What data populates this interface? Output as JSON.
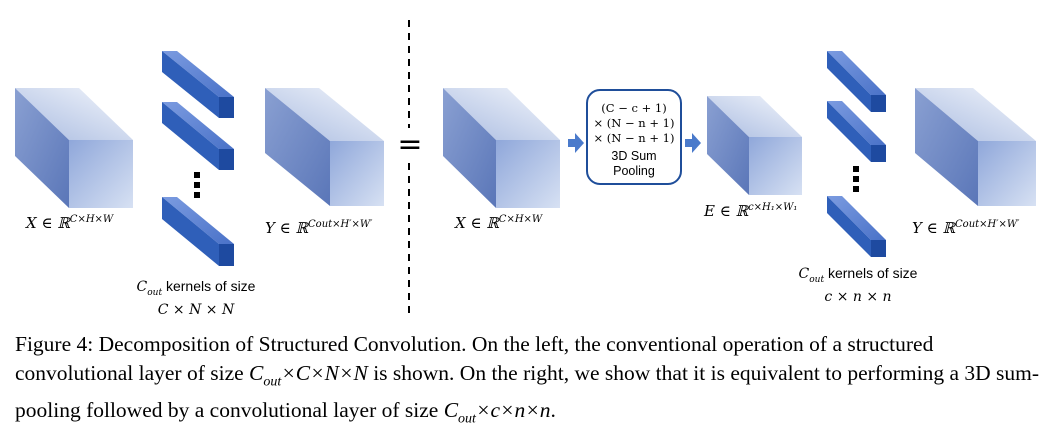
{
  "left": {
    "input_label": "X ∈ ℝ",
    "input_sup": "C×H×W",
    "kernel_note_line1": "C",
    "kernel_note_sub": "out",
    "kernel_note_line1_rest": " kernels of size",
    "kernel_note_line2": "C × N × N",
    "output_label": "Y ∈ ℝ",
    "output_sup": "Cout×H′×W′"
  },
  "equals_sign": "=",
  "right": {
    "input_label": "X ∈ ℝ",
    "input_sup": "C×H×W",
    "pool_lines": [
      "(C − c + 1)",
      "× (N − n + 1)",
      "× (N − n + 1)"
    ],
    "pool_title_lines": [
      "3D Sum",
      "Pooling"
    ],
    "mid_label": "E ∈ ℝ",
    "mid_sup": "c×H₁×W₁",
    "kernel_note_line1": "C",
    "kernel_note_sub": "out",
    "kernel_note_line1_rest": " kernels of size",
    "kernel_note_line2": "c × n × n",
    "output_label": "Y ∈ ℝ",
    "output_sup": "Cout×H′×W′"
  },
  "caption": {
    "prefix": "Figure 4: Decomposition of Structured Convolution. On the left, the conventional operation of a structured convolutional layer of size ",
    "math1": "C",
    "math1_sub": "out",
    "math1_rest": "×C×N×N",
    "middle": " is shown. On the right, we show that it is equivalent to performing a 3D sum-pooling followed by a convolutional layer of size ",
    "math2": "C",
    "math2_sub": "out",
    "math2_rest": "×c×n×n",
    "suffix": "."
  },
  "colors": {
    "cube_dark": "#5a76b8",
    "cube_light": "#e6ecf7",
    "kernel_front": "#2f5fb9",
    "kernel_dark": "#1e4aa0",
    "kernel_light": "#6d90d6",
    "pool_border": "#1f4e9a",
    "arrow": "#4a7acb"
  }
}
